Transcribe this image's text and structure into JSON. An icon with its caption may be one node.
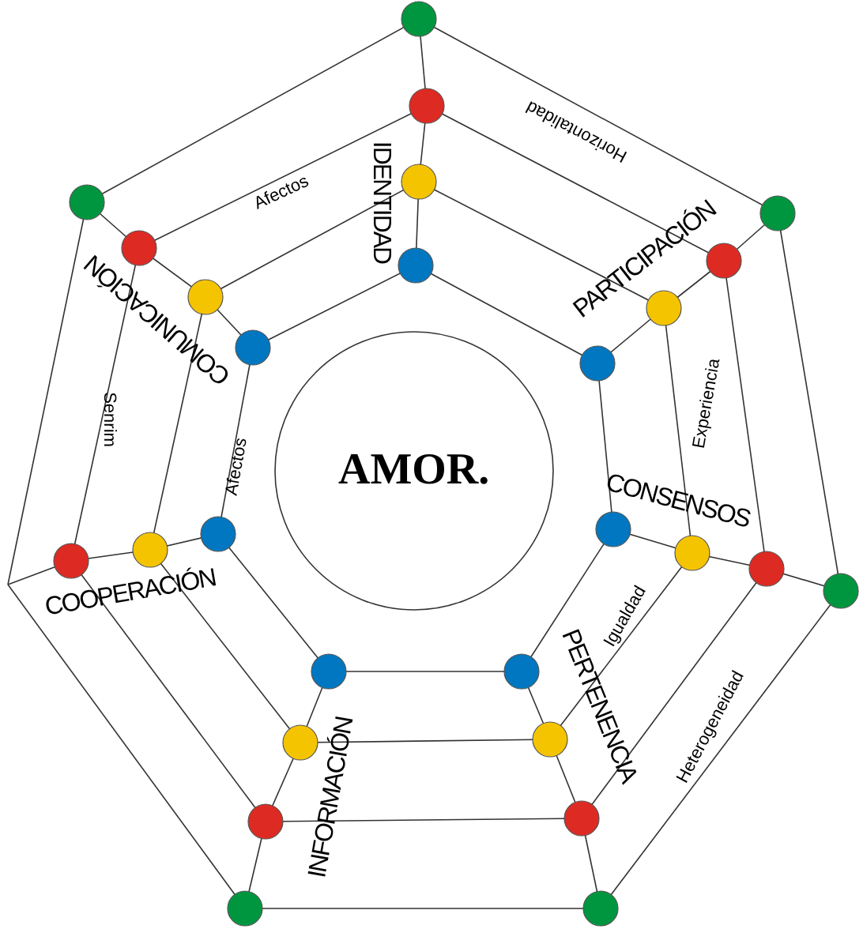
{
  "diagram": {
    "nodes": [
      {
        "text": [
          "AMOR."
        ]
      }
    ],
    "edges": [],
    "labels": [
      "Horizontalidad",
      "IDENTIDAD",
      "Afectos",
      "PARTICIPACIÓN",
      "COMUNICACIÓN",
      "Experiencia",
      "Senrim",
      "Afectos",
      "CONSENSOS",
      "COOPERACIÓN",
      "Igualdad",
      "PERTENENCIA",
      "Heterogeneidad",
      "INFORMACIÓN"
    ]
  }
}
